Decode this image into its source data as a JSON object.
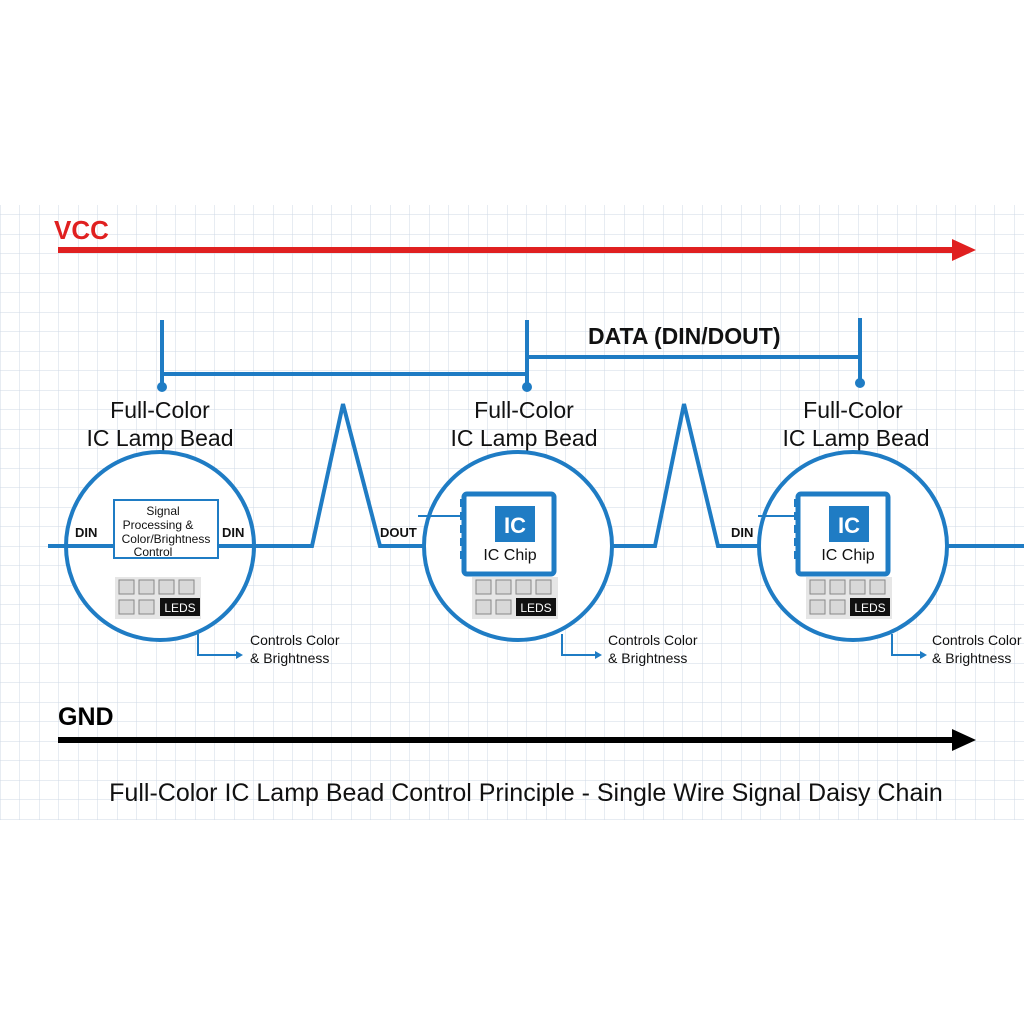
{
  "labels": {
    "vcc": "VCC",
    "gnd": "GND",
    "data_bus": "DATA (DIN/DOUT)",
    "caption": "Full-Color IC Lamp Bead Control Principle - Single Wire Signal Daisy Chain"
  },
  "beads": [
    {
      "title_line1": "Full-Color",
      "title_line2": "IC Lamp Bead",
      "module_line1": "Signal",
      "module_line2": "Processing &",
      "module_line3": "Color/Brightness",
      "module_line4": "Control",
      "pin_left": "DIN",
      "pin_right": "DIN",
      "leds_label": "LEDS",
      "note_line1": "Controls Color",
      "note_line2": "& Brightness"
    },
    {
      "title_line1": "Full-Color",
      "title_line2": "IC Lamp Bead",
      "chip_icon": "IC",
      "chip_label": "IC Chip",
      "pin_left": "DOUT",
      "leds_label": "LEDS",
      "note_line1": "Controls Color",
      "note_line2": "& Brightness"
    },
    {
      "title_line1": "Full-Color",
      "title_line2": "IC Lamp Bead",
      "chip_icon": "IC",
      "chip_label": "IC Chip",
      "pin_left": "DIN",
      "leds_label": "LEDS",
      "note_line1": "Controls Color",
      "note_line2": "& Brightness"
    }
  ],
  "colors": {
    "vcc": "#e02020",
    "gnd": "#000000",
    "wire": "#1f7cc4",
    "grid": "#cfd8e6",
    "chip_fill": "#1f7cc4",
    "module_bg": "#ffffff",
    "led_cell": "#d8d8d8",
    "led_badge": "#111111"
  }
}
